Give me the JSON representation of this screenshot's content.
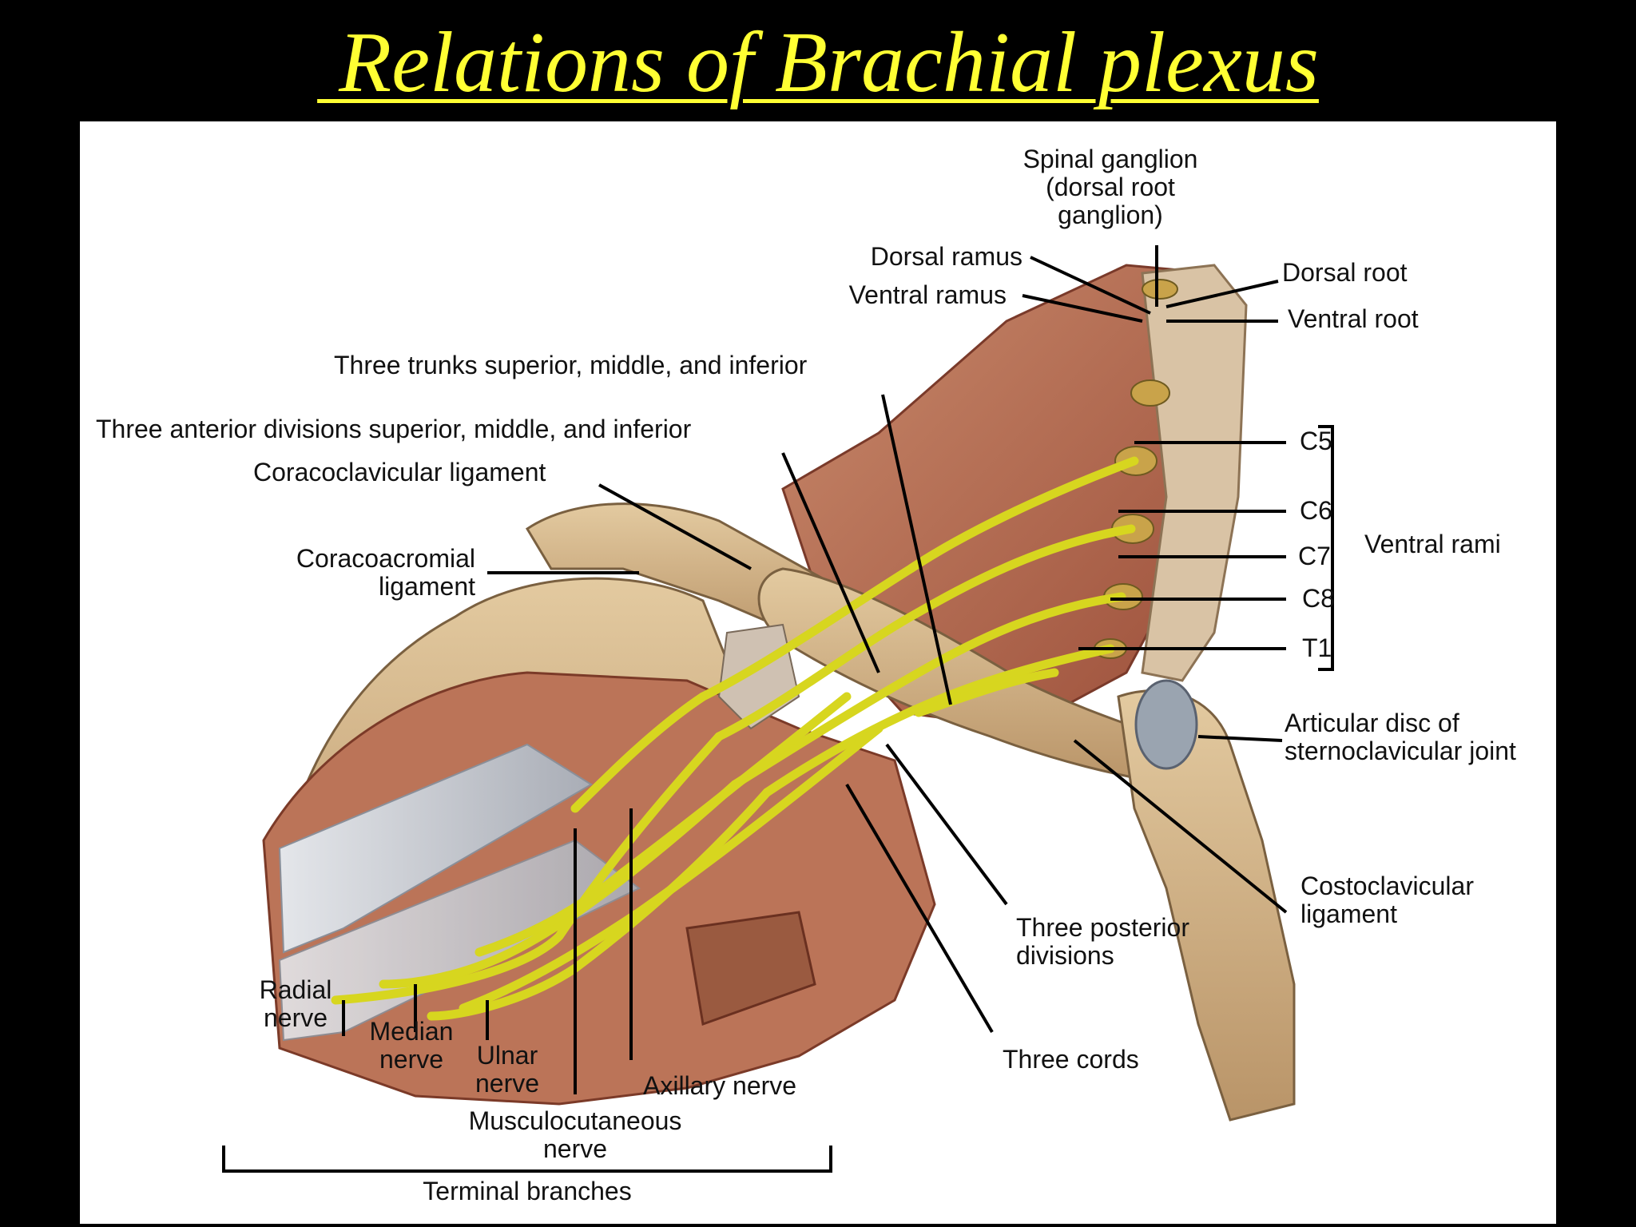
{
  "slide": {
    "title": " Relations of Brachial plexus",
    "title_color": "#ffff33",
    "background_color": "#000000"
  },
  "figure": {
    "background_color": "#ffffff",
    "nerve_color": "#d7d61f",
    "labels": {
      "spinal_ganglion_1": "Spinal ganglion",
      "spinal_ganglion_2": "(dorsal root",
      "spinal_ganglion_3": "ganglion)",
      "dorsal_ramus": "Dorsal ramus",
      "ventral_ramus": "Ventral ramus",
      "dorsal_root": "Dorsal root",
      "ventral_root": "Ventral root",
      "three_trunks": "Three trunks superior, middle, and inferior",
      "three_anterior_divisions": "Three anterior divisions superior, middle, and inferior",
      "coracoclavicular_ligament": "Coracoclavicular ligament",
      "coracoacromial_1": "Coracoacromial",
      "coracoacromial_2": "ligament",
      "c5": "C5",
      "c6": "C6",
      "c7": "C7",
      "c8": "C8",
      "t1": "T1",
      "ventral_rami": "Ventral rami",
      "articular_disc_1": "Articular disc of",
      "articular_disc_2": "sternoclavicular joint",
      "costoclavicular_1": "Costoclavicular",
      "costoclavicular_2": "ligament",
      "posterior_divisions_1": "Three posterior",
      "posterior_divisions_2": "divisions",
      "three_cords": "Three cords",
      "radial_1": "Radial",
      "radial_2": "nerve",
      "median_1": "Median",
      "median_2": "nerve",
      "ulnar_1": "Ulnar",
      "ulnar_2": "nerve",
      "axillary": "Axillary nerve",
      "musculocutaneous_1": "Musculocutaneous",
      "musculocutaneous_2": "nerve",
      "terminal_branches": "Terminal branches"
    }
  }
}
